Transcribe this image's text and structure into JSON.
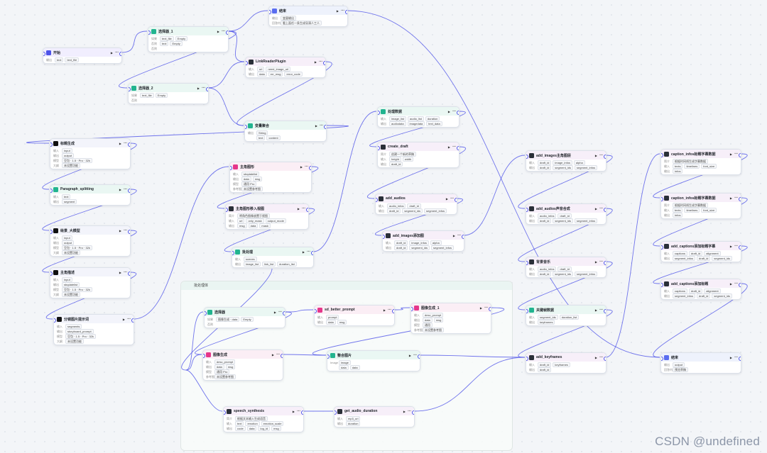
{
  "watermark": "CSDN @undefined",
  "edge_color": "#4d53e8",
  "groups": [
    {
      "name": "loop-group",
      "title": "批处理体"
    }
  ],
  "nodes": [
    {
      "id": "start",
      "title": "开始",
      "type": "start",
      "icon": "flag-icon",
      "rows": [
        [
          "输出",
          "text",
          "text_file"
        ]
      ]
    },
    {
      "id": "sel1",
      "title": "选择器_1",
      "type": "code",
      "icon": "branch-icon",
      "rows": [
        [
          "如果",
          "text_file",
          "Empty"
        ],
        [
          "否则",
          "text",
          "Empty"
        ],
        [
          "否则",
          ""
        ]
      ]
    },
    {
      "id": "sel2",
      "title": "选择器_2",
      "type": "code",
      "icon": "branch-icon",
      "rows": [
        [
          "如果",
          "text_file",
          "Empty"
        ],
        [
          "否则",
          ""
        ]
      ]
    },
    {
      "id": "end1",
      "title": "结束",
      "type": "msg",
      "icon": "end-icon",
      "rows": [
        [
          "输出",
          "变量输出"
        ],
        [
          "回答内容",
          "看上面任一条生成导演人工人"
        ]
      ]
    },
    {
      "id": "linkreader",
      "title": "LinkReaderPlugin",
      "type": "plugin",
      "icon": "plugin-icon",
      "rows": [
        [
          "输入",
          "url",
          "need_image_url"
        ],
        [
          "输出",
          "data",
          "err_msg",
          "error_code"
        ]
      ]
    },
    {
      "id": "varmerge",
      "title": "变量聚合",
      "type": "code",
      "icon": "merge-icon",
      "rows": [
        [
          "输出",
          "String"
        ],
        [
          "",
          "text",
          "content"
        ]
      ]
    },
    {
      "id": "title",
      "title": "标题生成",
      "type": "llm",
      "icon": "llm-icon",
      "rows": [
        [
          "输入",
          "input"
        ],
        [
          "输出",
          "output"
        ],
        [
          "模型",
          "豆包 · 1.5 · Pro · 32k"
        ],
        [
          "大纲",
          "未设置功能"
        ]
      ]
    },
    {
      "id": "para",
      "title": "Paragraph_splitting",
      "type": "code",
      "icon": "code-icon",
      "rows": [
        [
          "输入",
          "text"
        ],
        [
          "输出",
          "segment"
        ]
      ]
    },
    {
      "id": "storyboard",
      "title": "绘景_大模型",
      "type": "llm",
      "icon": "llm-icon",
      "rows": [
        [
          "输入",
          "input"
        ],
        [
          "输出",
          "output"
        ],
        [
          "模型",
          "豆包 · 1.5 · Pro · 32k"
        ],
        [
          "大纲",
          "未设置功能"
        ]
      ]
    },
    {
      "id": "charname",
      "title": "主角描述",
      "type": "llm",
      "icon": "llm-icon",
      "rows": [
        [
          "输入",
          "input"
        ],
        [
          "输出",
          "sbqdatelist"
        ],
        [
          "模型",
          "豆包 · 1.5 · Pro · 32k"
        ],
        [
          "大纲",
          "未设置功能"
        ]
      ]
    },
    {
      "id": "splitshot",
      "title": "分镜图片提示词",
      "type": "llm",
      "icon": "llm-icon",
      "rows": [
        [
          "输入",
          "segments"
        ],
        [
          "输出",
          "storyboard_prompt"
        ],
        [
          "模型",
          "豆包 · 1.5 · Pro · 32k"
        ],
        [
          "大纲",
          "未设置功能"
        ]
      ]
    },
    {
      "id": "mainimg",
      "title": "主角图形",
      "type": "img",
      "icon": "image-icon",
      "rows": [
        [
          "输入",
          "sbqdatelist"
        ],
        [
          "输出",
          "data",
          "msg"
        ],
        [
          "模型",
          "通用 Pro"
        ],
        [
          "参考图",
          "未设置参考图"
        ]
      ]
    },
    {
      "id": "mainimg2",
      "title": "主角图形移入视图",
      "type": "plugin",
      "icon": "plugin-icon",
      "rows": [
        [
          "简介",
          "将角色图像放置于视图"
        ],
        [
          "输入",
          "url",
          "only_mask",
          "output_mode"
        ],
        [
          "输出",
          "msg",
          "data",
          "mask"
        ]
      ]
    },
    {
      "id": "batch",
      "title": "批处理",
      "type": "code",
      "icon": "loop-icon",
      "rows": [
        [
          "输入",
          "scenes"
        ],
        [
          "输出",
          "image_list",
          "link_list",
          "duration_list"
        ]
      ]
    },
    {
      "id": "process",
      "title": "处理数据",
      "type": "code",
      "icon": "code-icon",
      "rows": [
        [
          "输入",
          "image_list",
          "audio_list",
          "duration"
        ],
        [
          "输出",
          "audiodata",
          "imagedata",
          "text_data"
        ]
      ]
    },
    {
      "id": "create",
      "title": "create_draft",
      "type": "plugin",
      "icon": "plugin-icon",
      "rows": [
        [
          "简介",
          "创建一个新的草稿"
        ],
        [
          "输入",
          "height",
          "width"
        ],
        [
          "输出",
          "draft_id"
        ]
      ]
    },
    {
      "id": "addaudios",
      "title": "add_audios",
      "type": "plugin",
      "icon": "plugin-icon",
      "rows": [
        [
          "输入",
          "audio_infos",
          "draft_id"
        ],
        [
          "输出",
          "draft_id",
          "segment_ids",
          "segment_infos"
        ]
      ]
    },
    {
      "id": "addimg1",
      "title": "add_images添加图",
      "type": "plugin",
      "icon": "plugin-icon",
      "rows": [
        [
          "输入",
          "draft_id",
          "image_infos",
          "alpha"
        ],
        [
          "输出",
          "draft_id",
          "segment_ids",
          "segment_infos"
        ]
      ]
    },
    {
      "id": "addimg2",
      "title": "add_images主角图层",
      "type": "plugin",
      "icon": "plugin-icon",
      "rows": [
        [
          "输入",
          "draft_id",
          "image_infos",
          "alpha"
        ],
        [
          "输出",
          "draft_id",
          "segment_ids",
          "segment_infos"
        ]
      ]
    },
    {
      "id": "addaudio2",
      "title": "add_audios声音合成",
      "type": "plugin",
      "icon": "plugin-icon",
      "rows": [
        [
          "输入",
          "audio_infos",
          "draft_id"
        ],
        [
          "输出",
          "draft_id",
          "segment_ids",
          "segment_infos"
        ]
      ]
    },
    {
      "id": "music",
      "title": "背景音乐",
      "type": "plugin",
      "icon": "plugin-icon",
      "rows": [
        [
          "输入",
          "audio_infos",
          "draft_id"
        ],
        [
          "输出",
          "draft_id",
          "segment_ids",
          "segment_infos"
        ]
      ]
    },
    {
      "id": "keyframe_data",
      "title": "关键帧数据",
      "type": "code",
      "icon": "code-icon",
      "rows": [
        [
          "输入",
          "segment_ids",
          "duration_list"
        ],
        [
          "输出",
          "keyframes"
        ]
      ]
    },
    {
      "id": "addkeyframes",
      "title": "add_keyframes",
      "type": "plugin",
      "icon": "plugin-icon",
      "rows": [
        [
          "输入",
          "draft_id",
          "keyframes"
        ],
        [
          "输出",
          "draft_id"
        ]
      ]
    },
    {
      "id": "cap1",
      "title": "caption_infos标题字幕数据",
      "type": "plugin",
      "icon": "plugin-icon",
      "rows": [
        [
          "简介",
          "根据时间线生成字幕数据"
        ],
        [
          "输入",
          "texts",
          "timelines",
          "font_size"
        ],
        [
          "输出",
          "infos"
        ]
      ]
    },
    {
      "id": "cap2",
      "title": "caption_infos标题字幕数据",
      "type": "plugin",
      "icon": "plugin-icon",
      "rows": [
        [
          "简介",
          "根据时间线生成字幕数据"
        ],
        [
          "输入",
          "texts",
          "timelines",
          "font_size"
        ],
        [
          "输出",
          "infos"
        ]
      ]
    },
    {
      "id": "addcap1",
      "title": "add_captions添加标题字幕",
      "type": "plugin",
      "icon": "plugin-icon",
      "rows": [
        [
          "输入",
          "captions",
          "draft_id",
          "alignment"
        ],
        [
          "输出",
          "segment_infos",
          "draft_id",
          "segment_ids"
        ]
      ]
    },
    {
      "id": "addcap2",
      "title": "add_captions添加标题",
      "type": "plugin",
      "icon": "plugin-icon",
      "rows": [
        [
          "输入",
          "captions",
          "draft_id",
          "alignment"
        ],
        [
          "输出",
          "segment_infos",
          "draft_id",
          "segment_ids"
        ]
      ]
    },
    {
      "id": "end2",
      "title": "结束",
      "type": "msg",
      "icon": "end-icon",
      "rows": [
        [
          "输出",
          "output"
        ],
        [
          "回答内容",
          "预览草稿"
        ]
      ]
    },
    {
      "id": "sel3",
      "title": "选择器",
      "type": "code",
      "icon": "branch-icon",
      "rows": [
        [
          "如果",
          "图像生成 · data",
          "Empty"
        ],
        [
          "否则",
          ""
        ]
      ]
    },
    {
      "id": "sdprompt",
      "title": "sd_better_prompt",
      "type": "img",
      "icon": "image-icon",
      "rows": [
        [
          "输入",
          "prompt"
        ],
        [
          "输出",
          "data",
          "msg"
        ]
      ]
    },
    {
      "id": "imggen1",
      "title": "图像生成_1",
      "type": "img",
      "icon": "image-icon",
      "rows": [
        [
          "输入",
          "desc_prompt"
        ],
        [
          "输出",
          "data",
          "msg"
        ],
        [
          "模型",
          "通用"
        ],
        [
          "参考图",
          "未设置参考图"
        ]
      ]
    },
    {
      "id": "imggen",
      "title": "图像生成",
      "type": "img",
      "icon": "image-icon",
      "rows": [
        [
          "输入",
          "desc_prompt"
        ],
        [
          "输出",
          "data",
          "msg"
        ],
        [
          "模型",
          "通用 Pro"
        ],
        [
          "参考图",
          "未设置参考图"
        ]
      ]
    },
    {
      "id": "merge",
      "title": "整合图片",
      "type": "code",
      "icon": "merge-icon",
      "rows": [
        [
          "Image",
          "image"
        ],
        [
          "",
          "data",
          "data"
        ]
      ]
    },
    {
      "id": "speech",
      "title": "speech_synthesis",
      "type": "plugin",
      "icon": "plugin-icon",
      "rows": [
        [
          "简介",
          "根据文本输入生成语音"
        ],
        [
          "输入",
          "text",
          "emotion",
          "emotion_scale"
        ],
        [
          "输出",
          "code",
          "data",
          "log_id",
          "msg"
        ]
      ]
    },
    {
      "id": "getdur",
      "title": "get_audio_duration",
      "type": "plugin",
      "icon": "plugin-icon",
      "rows": [
        [
          "输入",
          "mp3_url"
        ],
        [
          "输出",
          "duration"
        ]
      ]
    }
  ]
}
